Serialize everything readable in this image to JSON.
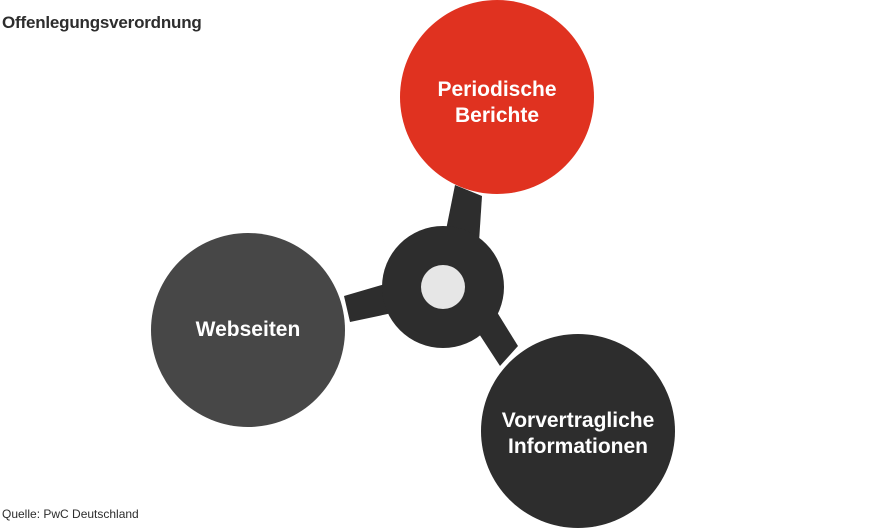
{
  "title": "Offenlegungsverordnung",
  "source": "Quelle: PwC Deutschland",
  "nodes": [
    {
      "id": "periodic",
      "label_line1": "Periodische",
      "label_line2": "Berichte",
      "color": "#e03220"
    },
    {
      "id": "web",
      "label_line1": "Webseiten",
      "label_line2": "",
      "color": "#474747"
    },
    {
      "id": "precontract",
      "label_line1": "Vorvertragliche",
      "label_line2": "Informationen",
      "color": "#2d2d2d"
    }
  ],
  "hub": {
    "color": "#2d2d2d",
    "center_color": "#e6e6e6"
  }
}
